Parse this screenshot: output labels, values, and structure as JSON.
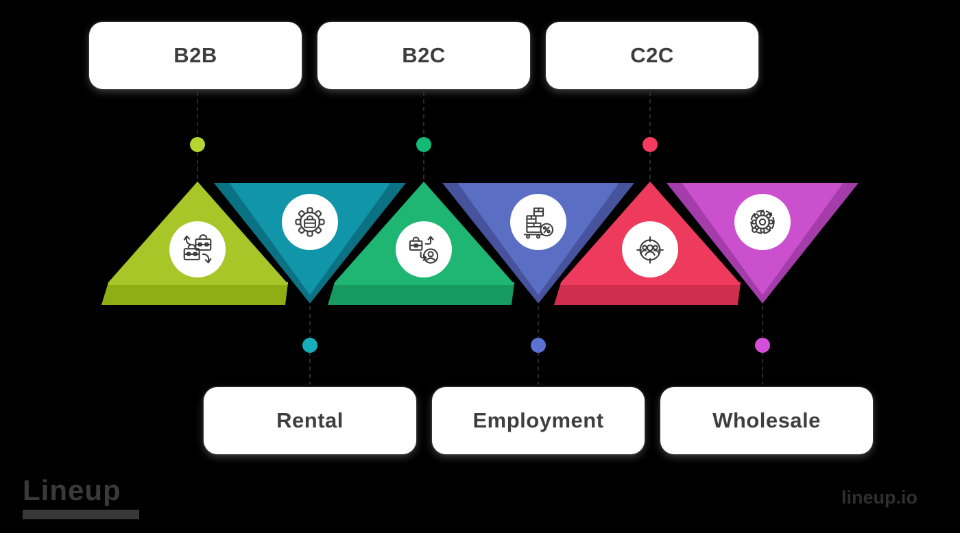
{
  "triangles": [
    {
      "label": "B2B",
      "orientation": "up",
      "color": "#a8c627",
      "dark_color": "#8fae14",
      "dot_color": "#b6d62f",
      "icon": "briefcase-exchange-icon"
    },
    {
      "label": "Rental",
      "orientation": "down",
      "color": "#1195a9",
      "dark_color": "#0b7283",
      "dot_color": "#17aebc",
      "icon": "gear-briefcase-icon"
    },
    {
      "label": "B2C",
      "orientation": "up",
      "color": "#1fb573",
      "dark_color": "#179a5f",
      "dot_color": "#12ba75",
      "icon": "briefcase-person-icon"
    },
    {
      "label": "Employment",
      "orientation": "down",
      "color": "#5a6fc4",
      "dark_color": "#47549d",
      "dot_color": "#5b72d2",
      "icon": "boxes-trolley-percent-icon"
    },
    {
      "label": "C2C",
      "orientation": "up",
      "color": "#ee3a5c",
      "dark_color": "#d02e4f",
      "dot_color": "#f43b5f",
      "icon": "people-target-icon"
    },
    {
      "label": "Wholesale",
      "orientation": "down",
      "color": "#ca50ce",
      "dark_color": "#a43daa",
      "dot_color": "#d44fd9",
      "icon": "gear-orbit-icon"
    }
  ],
  "icon_stroke_color": "#3d3d3d",
  "watermark": {
    "brand_text": "Lineup",
    "site_text": "lineup.io"
  }
}
